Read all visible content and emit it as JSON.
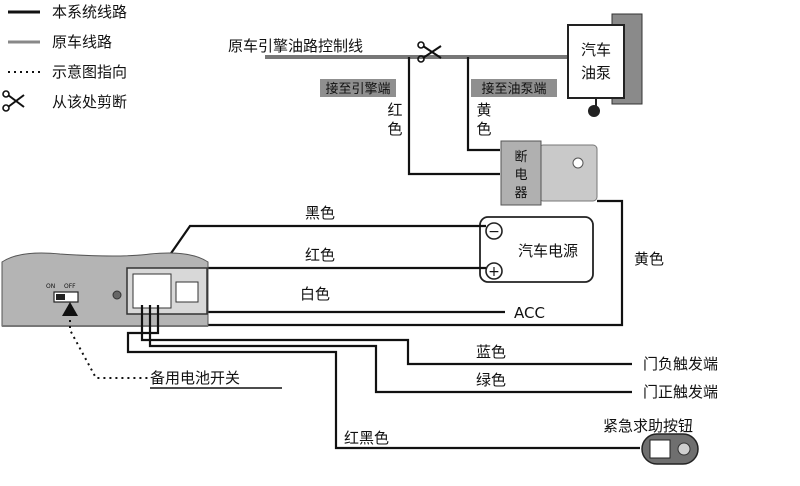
{
  "legend": {
    "this_system_line": "本系统线路",
    "original_car_line": "原车线路",
    "diagram_pointer": "示意图指向",
    "cut_here": "从该处剪断"
  },
  "engine_oil_control_line": "原车引擎油路控制线",
  "tag_engine_end": "接至引擎端",
  "tag_pump_end": "接至油泵端",
  "red_vertical_1": "红",
  "red_vertical_2": "色",
  "yellow_vertical_1": "黄",
  "yellow_vertical_2": "色",
  "fuel_pump_1": "汽车",
  "fuel_pump_2": "油泵",
  "relay_1": "断",
  "relay_2": "电",
  "relay_3": "器",
  "black_wire": "黑色",
  "red_wire": "红色",
  "white_wire": "白色",
  "car_power": "汽车电源",
  "acc": "ACC",
  "yellow_wire": "黄色",
  "blue_wire": "蓝色",
  "green_wire": "绿色",
  "red_black_wire": "红黑色",
  "door_negative": "门负触发端",
  "door_positive": "门正触发端",
  "panic_button": "紧急求助按钮",
  "backup_switch": "备用电池开关",
  "switch_on": "ON",
  "switch_off": "OFF",
  "minus_sign": "−",
  "plus_sign": "+"
}
